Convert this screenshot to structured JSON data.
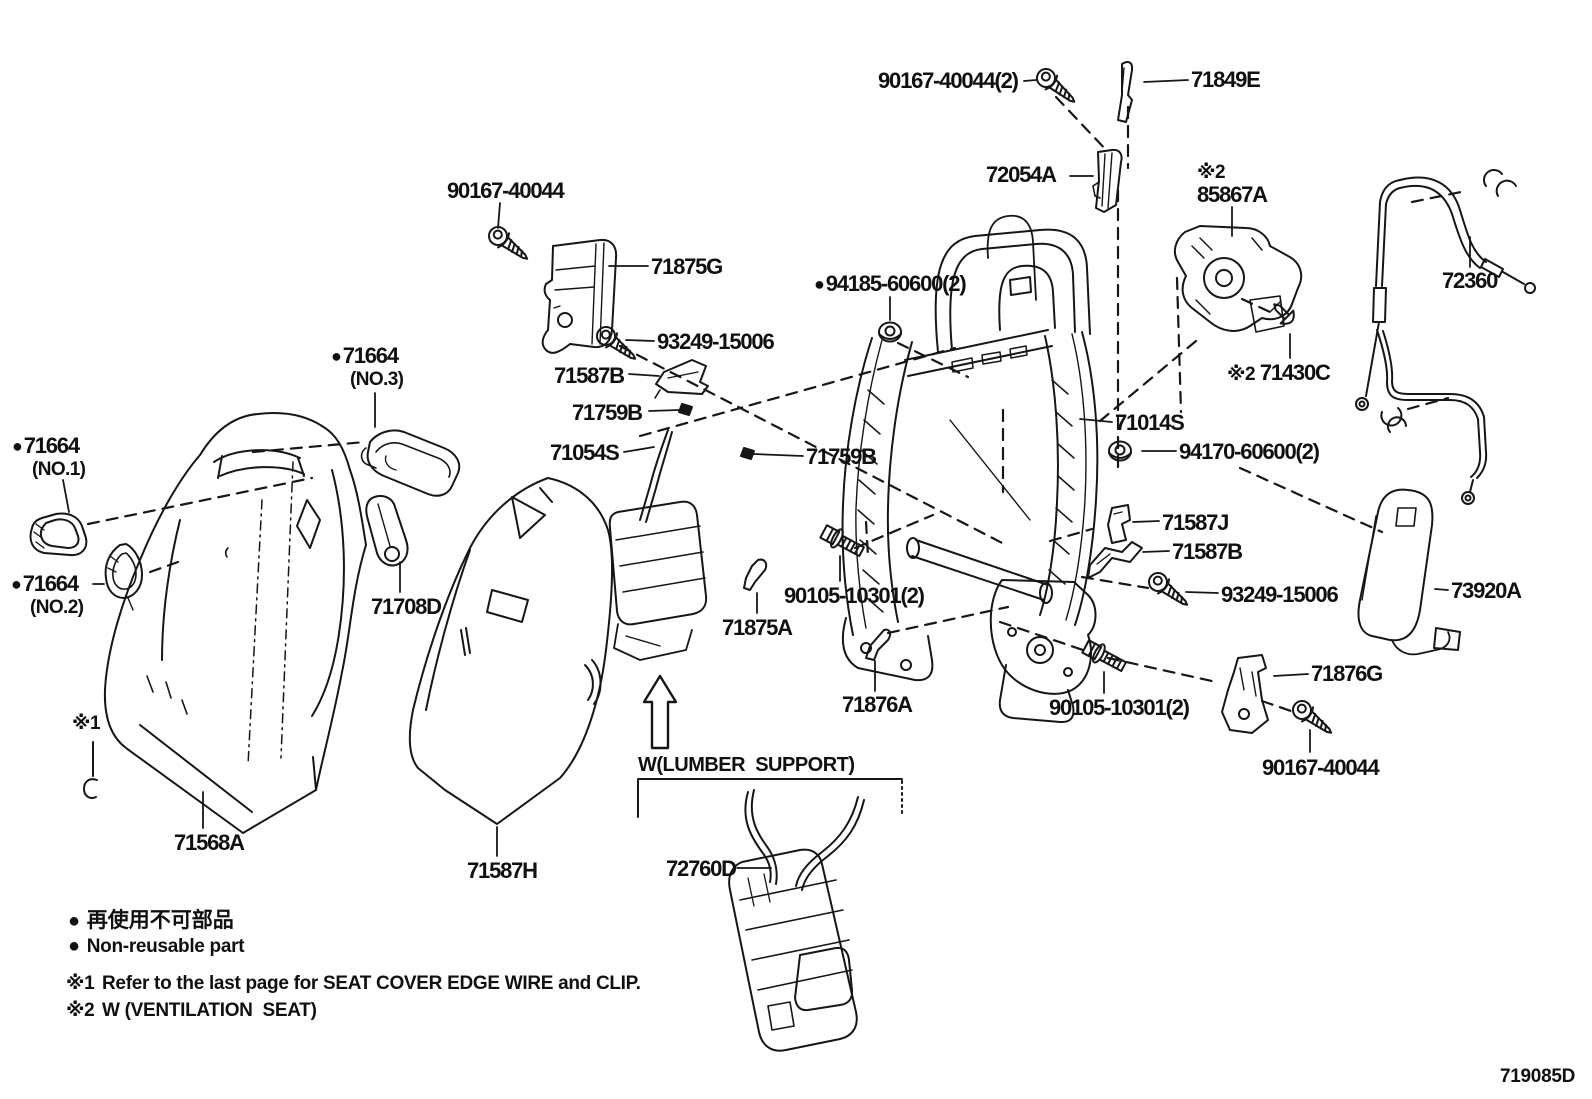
{
  "doc": {
    "number": "719085D"
  },
  "legend": {
    "marker": "●",
    "jp": "再使用不可部品",
    "en": "Non-reusable part"
  },
  "notes": [
    {
      "ref": "※1",
      "text": "Refer to the last page for SEAT COVER EDGE WIRE and CLIP."
    },
    {
      "ref": "※2",
      "text": "W (VENTILATION  SEAT)"
    }
  ],
  "callouts": {
    "lumbar_support": "W(LUMBER  SUPPORT)",
    "ref1": "※1"
  },
  "parts": [
    {
      "name": "screw-90167-40044-top",
      "label": "90167-40044(2)"
    },
    {
      "name": "headrest-stay-71849e",
      "label": "71849E"
    },
    {
      "name": "bracket-72054a",
      "label": "72054A"
    },
    {
      "name": "blower-85867a",
      "prefix": "※2",
      "label": "85867A"
    },
    {
      "name": "release-cable-72360",
      "label": "72360"
    },
    {
      "name": "screw-90167-40044-left",
      "label": "90167-40044"
    },
    {
      "name": "bracket-71875g",
      "label": "71875G"
    },
    {
      "name": "screw-93249-15006-left",
      "label": "93249-15006"
    },
    {
      "name": "bracket-71587b-left",
      "label": "71587B"
    },
    {
      "name": "clip-71759b-left",
      "label": "71759B"
    },
    {
      "name": "nut-94185-60600",
      "marker": "●",
      "label": "94185-60600(2)"
    },
    {
      "name": "trim-71664-no3",
      "marker": "●",
      "label": "71664",
      "sublabel": "(NO.3)"
    },
    {
      "name": "trim-71664-no1",
      "marker": "●",
      "label": "71664",
      "sublabel": "(NO.1)"
    },
    {
      "name": "trim-71664-no2",
      "marker": "●",
      "label": "71664",
      "sublabel": "(NO.2)"
    },
    {
      "name": "lumbar-frame-71054s",
      "label": "71054S"
    },
    {
      "name": "clip-71759b-right",
      "label": "71759B"
    },
    {
      "name": "seatback-frame-71014s",
      "label": "71014S"
    },
    {
      "name": "nut-94170-60600",
      "label": "94170-60600(2)"
    },
    {
      "name": "pin-71430c",
      "prefix": "※2 ",
      "label": "71430C"
    },
    {
      "name": "clip-71587j",
      "label": "71587J"
    },
    {
      "name": "bracket-71587b-right",
      "label": "71587B"
    },
    {
      "name": "bolt-90105-10301-left",
      "label": "90105-10301(2)"
    },
    {
      "name": "screw-93249-15006-right",
      "label": "93249-15006"
    },
    {
      "name": "side-shield-73920a",
      "label": "73920A"
    },
    {
      "name": "bracket-71875a",
      "label": "71875A"
    },
    {
      "name": "bracket-71876a",
      "label": "71876A"
    },
    {
      "name": "bolt-90105-10301-right",
      "label": "90105-10301(2)"
    },
    {
      "name": "bracket-71876g",
      "label": "71876G"
    },
    {
      "name": "screw-90167-40044-bottom",
      "label": "90167-40044"
    },
    {
      "name": "strap-71708d",
      "label": "71708D"
    },
    {
      "name": "seatback-cover-71568a",
      "label": "71568A"
    },
    {
      "name": "seatback-pad-71587h",
      "label": "71587H"
    },
    {
      "name": "lumbar-support-72760d",
      "label": "72760D"
    }
  ]
}
